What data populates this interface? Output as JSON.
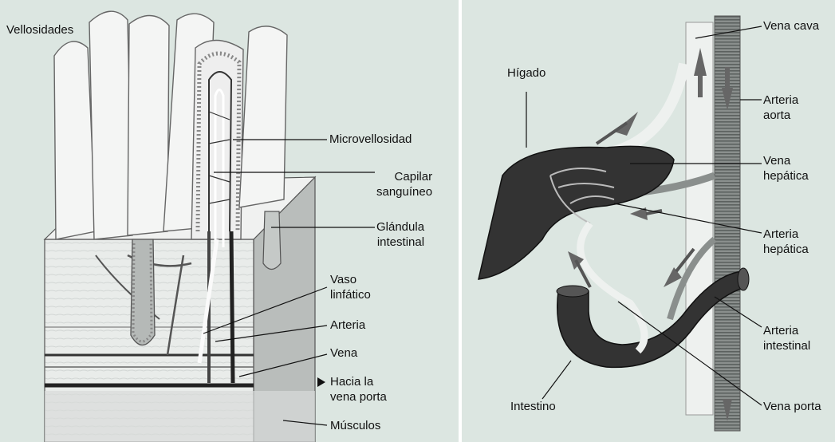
{
  "background_color": "#dce6e1",
  "separator_color": "#ffffff",
  "left_panel": {
    "labels": {
      "vellosidades": "Vellosidades",
      "microvellosidad": "Microvellosidad",
      "capilar": "Capilar\nsanguíneo",
      "glandula": "Glándula\nintestinal",
      "vaso": "Vaso\nlinfático",
      "arteria": "Arteria",
      "vena": "Vena",
      "hacia": "Hacia la\nvena porta",
      "musculos": "Músculos"
    }
  },
  "right_panel": {
    "labels": {
      "higado": "Hígado",
      "vena_cava": "Vena cava",
      "arteria_aorta": "Arteria\naorta",
      "vena_hepatica": "Vena\nhepática",
      "arteria_hepatica": "Arteria\nhepática",
      "arteria_intestinal": "Arteria\nintestinal",
      "intestino": "Intestino",
      "vena_porta": "Vena porta"
    }
  }
}
